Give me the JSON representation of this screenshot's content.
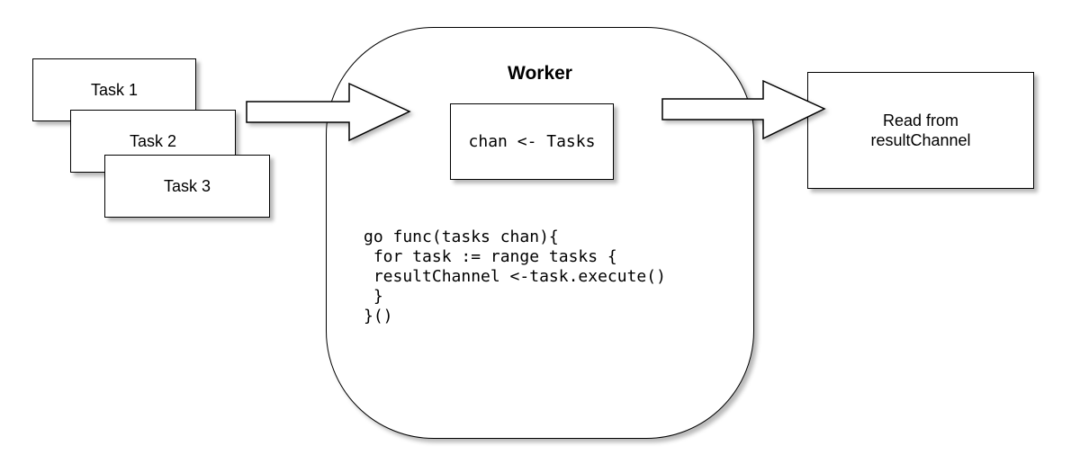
{
  "tasks": [
    "Task 1",
    "Task 2",
    "Task 3"
  ],
  "worker": {
    "title": "Worker",
    "channel_label": "chan <- Tasks",
    "code": "go func(tasks chan){\n for task := range tasks {\n resultChannel <-task.execute()\n }\n}()"
  },
  "result": {
    "line1": "Read from",
    "line2": "resultChannel"
  }
}
